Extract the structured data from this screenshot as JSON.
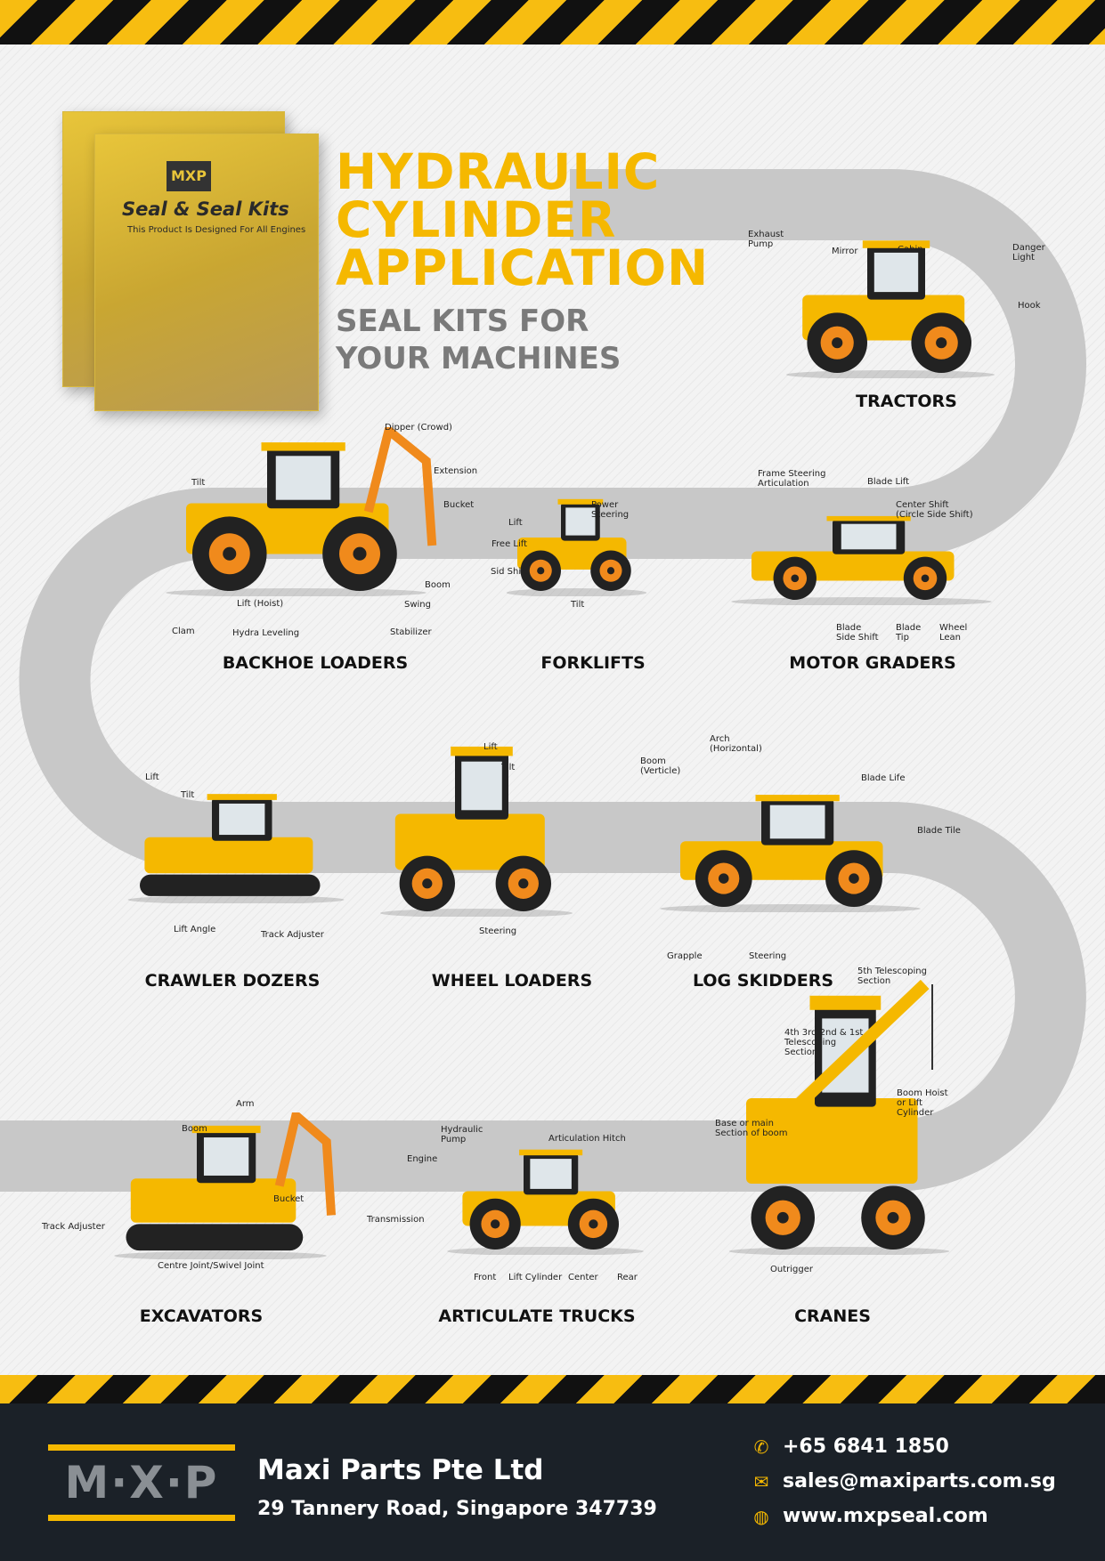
{
  "colors": {
    "accent": "#f5b800",
    "dark": "#1b2128",
    "road": "#c8c8c8",
    "subtitle": "#7a7a7a"
  },
  "header": {
    "title_lines": [
      "HYDRAULIC",
      "CYLINDER",
      "APPLICATION"
    ],
    "subtitle_lines": [
      "SEAL KITS FOR",
      "YOUR MACHINES"
    ]
  },
  "product": {
    "logo": "MXP",
    "title": "Seal & Seal Kits",
    "tagline": "This Product Is Designed For All Engines"
  },
  "machines": [
    {
      "name": "TRACTORS",
      "parts": [
        "Exhaust\nPump",
        "Mirror",
        "Cabin",
        "Danger\nLight",
        "Hook"
      ]
    },
    {
      "name": "BACKHOE LOADERS",
      "parts": [
        "Tilt",
        "Dipper (Crowd)",
        "Extension",
        "Bucket",
        "Boom",
        "Swing",
        "Stabilizer",
        "Lift (Hoist)",
        "Hydra Leveling",
        "Clam"
      ]
    },
    {
      "name": "FORKLIFTS",
      "parts": [
        "Power\nSteering",
        "Lift",
        "Free Lift",
        "Sid Shift",
        "Tilt"
      ]
    },
    {
      "name": "MOTOR GRADERS",
      "parts": [
        "Frame Steering\nArticulation",
        "Blade Lift",
        "Center Shift\n(Circle Side Shift)",
        "Blade\nSide Shift",
        "Blade\nTip",
        "Wheel\nLean"
      ]
    },
    {
      "name": "CRAWLER DOZERS",
      "parts": [
        "Lift",
        "Tilt",
        "Lift Angle",
        "Track Adjuster"
      ]
    },
    {
      "name": "WHEEL LOADERS",
      "parts": [
        "Lift",
        "Tilt",
        "Steering"
      ]
    },
    {
      "name": "LOG SKIDDERS",
      "parts": [
        "Boom\n(Verticle)",
        "Arch\n(Horizontal)",
        "Blade Life",
        "Blade Tile",
        "Grapple",
        "Steering"
      ]
    },
    {
      "name": "CRANES",
      "parts": [
        "5th Telescoping\nSection",
        "4th 3rd 2nd & 1st\nTelescoping\nSection",
        "Boom Hoist\nor Lift\nCylinder",
        "Base or main\nSection of boom",
        "Outrigger"
      ]
    },
    {
      "name": "EXCAVATORS",
      "parts": [
        "Arm",
        "Boom",
        "Bucket",
        "Track Adjuster",
        "Centre Joint/Swivel Joint"
      ]
    },
    {
      "name": "ARTICULATE TRUCKS",
      "parts": [
        "Hydraulic\nPump",
        "Articulation Hitch",
        "Engine",
        "Transmission",
        "Front",
        "Lift Cylinder",
        "Center",
        "Rear"
      ]
    }
  ],
  "footer": {
    "logo": "M·X·P",
    "company": "Maxi Parts Pte Ltd",
    "address": "29 Tannery Road, Singapore 347739",
    "contacts": [
      {
        "icon": "phone-icon",
        "text": "+65 6841 1850"
      },
      {
        "icon": "mail-icon",
        "text": "sales@maxiparts.com.sg"
      },
      {
        "icon": "globe-icon",
        "text": "www.mxpseal.com"
      }
    ]
  }
}
